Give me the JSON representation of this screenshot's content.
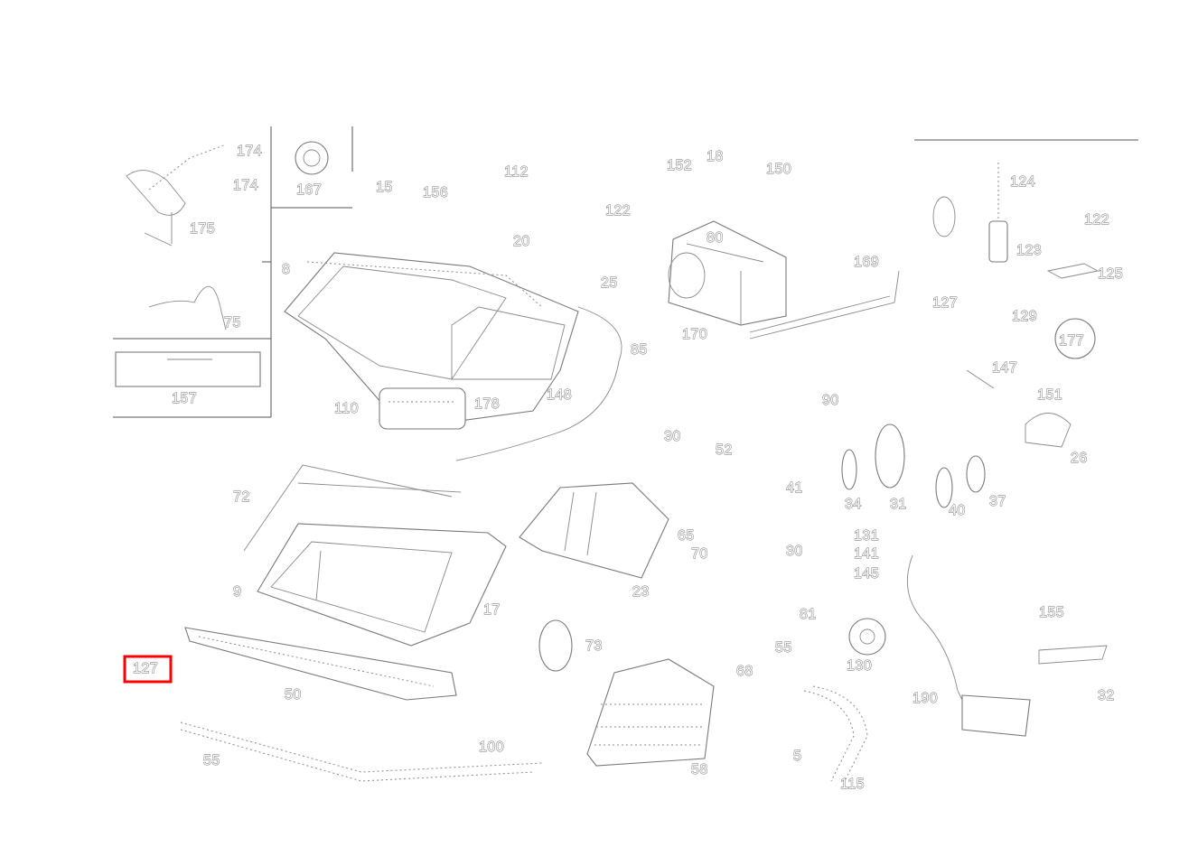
{
  "diagram": {
    "highlight_color": "#ff0000",
    "highlighted_callout": "127",
    "callouts": [
      {
        "id": "c-174a",
        "text": "174"
      },
      {
        "id": "c-174b",
        "text": "174"
      },
      {
        "id": "c-175",
        "text": "175"
      },
      {
        "id": "c-75",
        "text": "75"
      },
      {
        "id": "c-167",
        "text": "167"
      },
      {
        "id": "c-157",
        "text": "157"
      },
      {
        "id": "c-15",
        "text": "15"
      },
      {
        "id": "c-156",
        "text": "156"
      },
      {
        "id": "c-112",
        "text": "112"
      },
      {
        "id": "c-20",
        "text": "20"
      },
      {
        "id": "c-122a",
        "text": "122"
      },
      {
        "id": "c-25",
        "text": "25"
      },
      {
        "id": "c-85",
        "text": "85"
      },
      {
        "id": "c-8",
        "text": "8"
      },
      {
        "id": "c-110",
        "text": "110"
      },
      {
        "id": "c-178",
        "text": "178"
      },
      {
        "id": "c-148",
        "text": "148"
      },
      {
        "id": "c-152",
        "text": "152"
      },
      {
        "id": "c-18",
        "text": "18"
      },
      {
        "id": "c-150",
        "text": "150"
      },
      {
        "id": "c-80",
        "text": "80"
      },
      {
        "id": "c-170",
        "text": "170"
      },
      {
        "id": "c-169",
        "text": "169"
      },
      {
        "id": "c-124",
        "text": "124"
      },
      {
        "id": "c-122b",
        "text": "122"
      },
      {
        "id": "c-123",
        "text": "123"
      },
      {
        "id": "c-125",
        "text": "125"
      },
      {
        "id": "c-127b",
        "text": "127"
      },
      {
        "id": "c-129",
        "text": "129"
      },
      {
        "id": "c-177",
        "text": "177"
      },
      {
        "id": "c-147",
        "text": "147"
      },
      {
        "id": "c-151",
        "text": "151"
      },
      {
        "id": "c-26",
        "text": "26"
      },
      {
        "id": "c-90",
        "text": "90"
      },
      {
        "id": "c-72",
        "text": "72"
      },
      {
        "id": "c-9",
        "text": "9"
      },
      {
        "id": "c-17",
        "text": "17"
      },
      {
        "id": "c-52",
        "text": "52"
      },
      {
        "id": "c-65",
        "text": "65"
      },
      {
        "id": "c-70",
        "text": "70"
      },
      {
        "id": "c-23",
        "text": "23"
      },
      {
        "id": "c-30",
        "text": "30"
      },
      {
        "id": "c-30b",
        "text": "30"
      },
      {
        "id": "c-41",
        "text": "41"
      },
      {
        "id": "c-34",
        "text": "34"
      },
      {
        "id": "c-31",
        "text": "31"
      },
      {
        "id": "c-40",
        "text": "40"
      },
      {
        "id": "c-37",
        "text": "37"
      },
      {
        "id": "c-131",
        "text": "131"
      },
      {
        "id": "c-141",
        "text": "141"
      },
      {
        "id": "c-145",
        "text": "145"
      },
      {
        "id": "c-81",
        "text": "81"
      },
      {
        "id": "c-155",
        "text": "155"
      },
      {
        "id": "c-32",
        "text": "32"
      },
      {
        "id": "c-130",
        "text": "130"
      },
      {
        "id": "c-73",
        "text": "73"
      },
      {
        "id": "c-68",
        "text": "68"
      },
      {
        "id": "c-55",
        "text": "55"
      },
      {
        "id": "c-190",
        "text": "190"
      },
      {
        "id": "c-5",
        "text": "5"
      },
      {
        "id": "c-115",
        "text": "115"
      },
      {
        "id": "c-127",
        "text": "127"
      },
      {
        "id": "c-50",
        "text": "50"
      },
      {
        "id": "c-55b",
        "text": "55"
      },
      {
        "id": "c-100",
        "text": "100"
      },
      {
        "id": "c-58",
        "text": "58"
      }
    ]
  }
}
